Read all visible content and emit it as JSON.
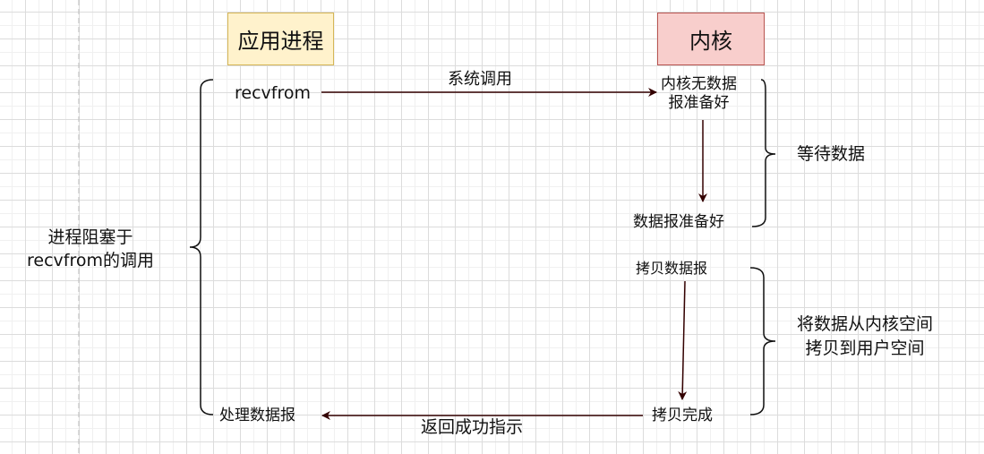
{
  "actors": {
    "process": "应用进程",
    "kernel": "内核"
  },
  "labels": {
    "recvfrom": "recvfrom",
    "syscall": "系统调用",
    "kernel_no_data_1": "内核无数据",
    "kernel_no_data_2": "报准备好",
    "data_ready": "数据报准备好",
    "wait_data": "等待数据",
    "copy_datagram": "拷贝数据报",
    "copy_desc_1": "将数据从内核空间",
    "copy_desc_2": "拷贝到用户空间",
    "copy_done": "拷贝完成",
    "return_ok": "返回成功指示",
    "process_datagram": "处理数据报",
    "blocked_1": "进程阻塞于",
    "blocked_2": "recvfrom的调用"
  },
  "colors": {
    "process_fill": "#fff2cc",
    "process_stroke": "#d6b656",
    "kernel_fill": "#f8cecc",
    "kernel_stroke": "#b85450",
    "arrow": "#330000"
  }
}
